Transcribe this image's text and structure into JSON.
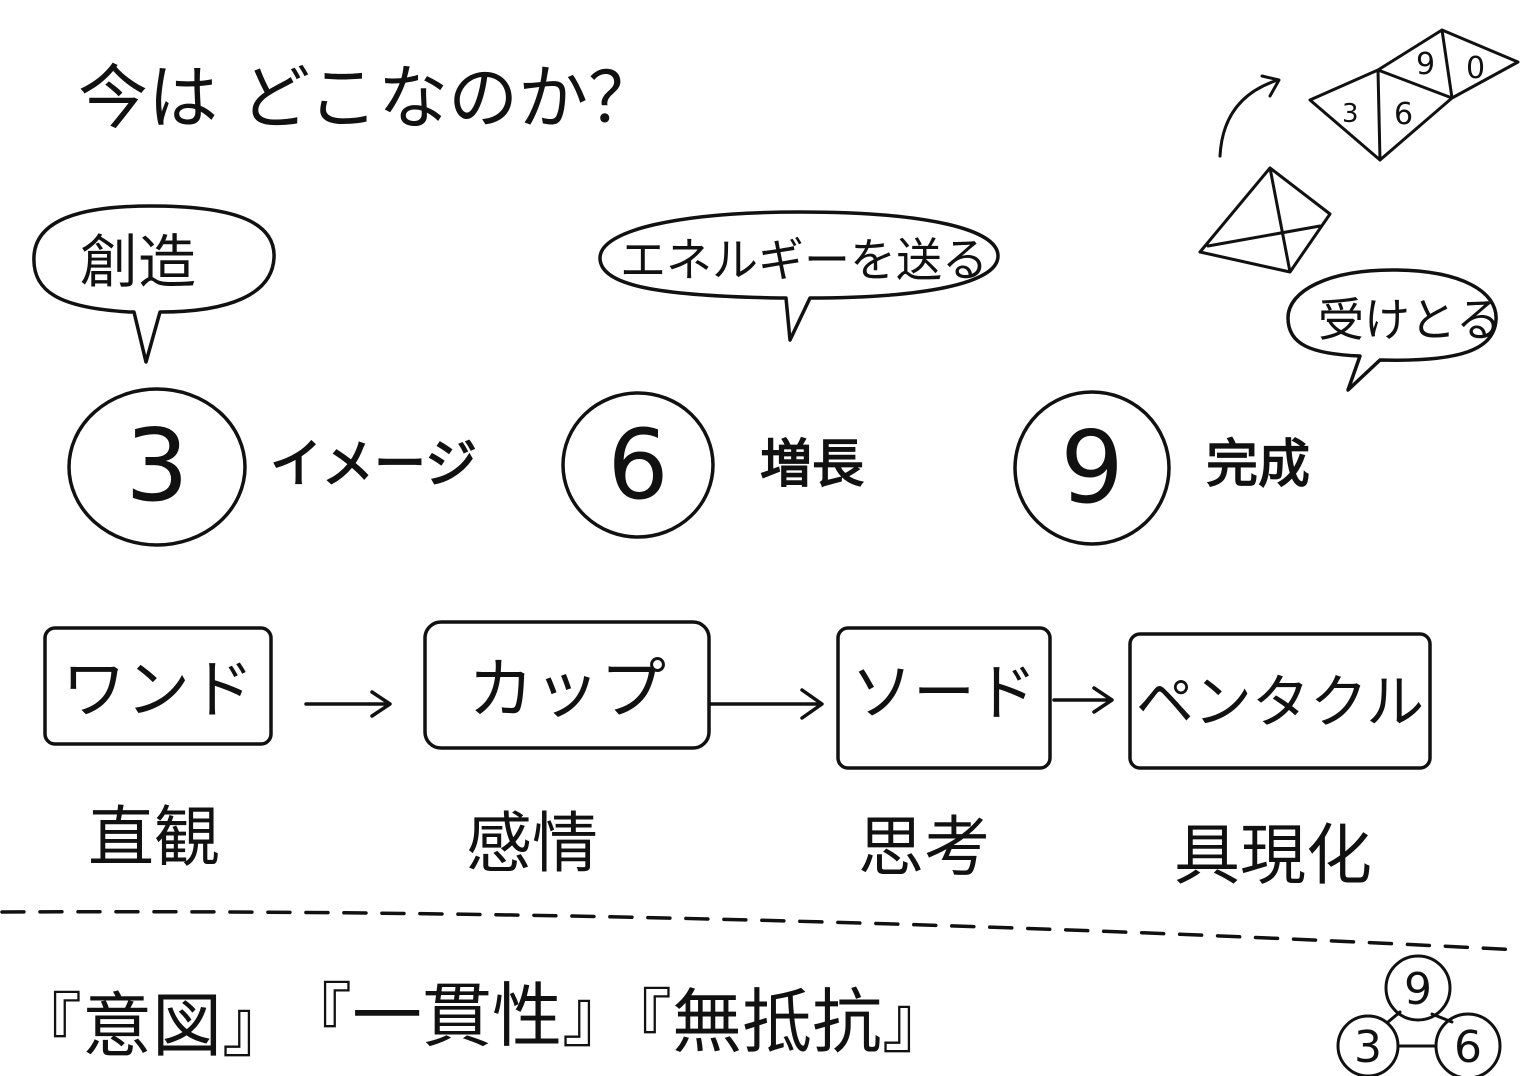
{
  "title": "今は どこなのか？",
  "stages": [
    {
      "number": "3",
      "label": "イメージ",
      "bubble": "創造"
    },
    {
      "number": "6",
      "label": "増長",
      "bubble": "エネルギーを送る"
    },
    {
      "number": "9",
      "label": "完成",
      "bubble": "受けとる"
    }
  ],
  "flow": [
    {
      "card": "ワンド",
      "meaning": "直観"
    },
    {
      "card": "カップ",
      "meaning": "感情"
    },
    {
      "card": "ソード",
      "meaning": "思考"
    },
    {
      "card": "ペンタクル",
      "meaning": "具現化"
    }
  ],
  "keywords": [
    "『意図』",
    "『一貫性』",
    "『無抵抗』"
  ],
  "net_digits": [
    "3",
    "6",
    "9",
    "0"
  ],
  "triad_digits": [
    "9",
    "3",
    "6"
  ]
}
